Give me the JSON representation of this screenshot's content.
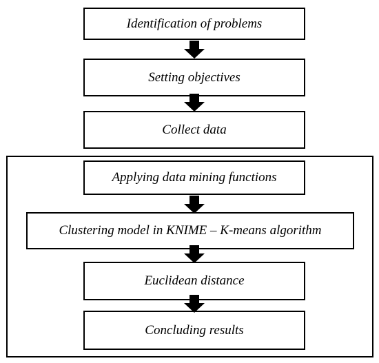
{
  "diagram": {
    "type": "flowchart",
    "steps": [
      "Identification of problems",
      "Setting objectives",
      "Collect data",
      "Applying data mining functions",
      "Clustering model in KNIME – K-means algorithm",
      "Euclidean distance",
      "Concluding results"
    ],
    "grouped_steps": [
      "Applying data mining functions",
      "Clustering model in KNIME – K-means algorithm",
      "Euclidean distance",
      "Concluding results"
    ]
  }
}
